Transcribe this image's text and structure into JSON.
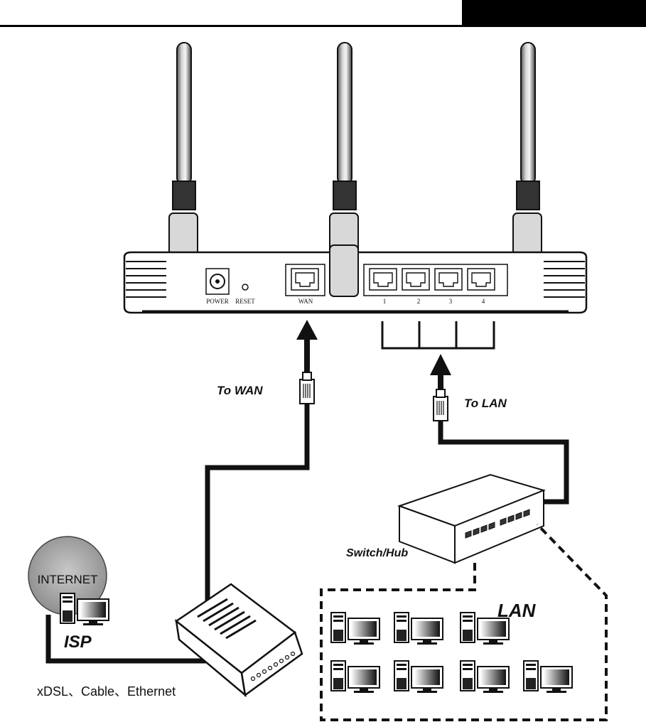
{
  "router": {
    "port_labels": {
      "power": "POWER",
      "reset": "RESET",
      "wan": "WAN",
      "lan1": "1",
      "lan2": "2",
      "lan3": "3",
      "lan4": "4"
    }
  },
  "labels": {
    "to_wan": "To WAN",
    "to_lan": "To LAN",
    "switch_hub": "Switch/Hub",
    "lan": "LAN",
    "internet": "INTERNET",
    "isp": "ISP",
    "modem_types": "xDSL、Cable、Ethernet"
  },
  "icons": {
    "antenna": "antenna-icon",
    "computer": "computer-icon",
    "modem": "modem-icon",
    "switch": "switch-icon",
    "plug": "rj45-plug-icon"
  },
  "colors": {
    "ink": "#111111",
    "header_block": "#000000",
    "globe": "#a8a8a8"
  }
}
